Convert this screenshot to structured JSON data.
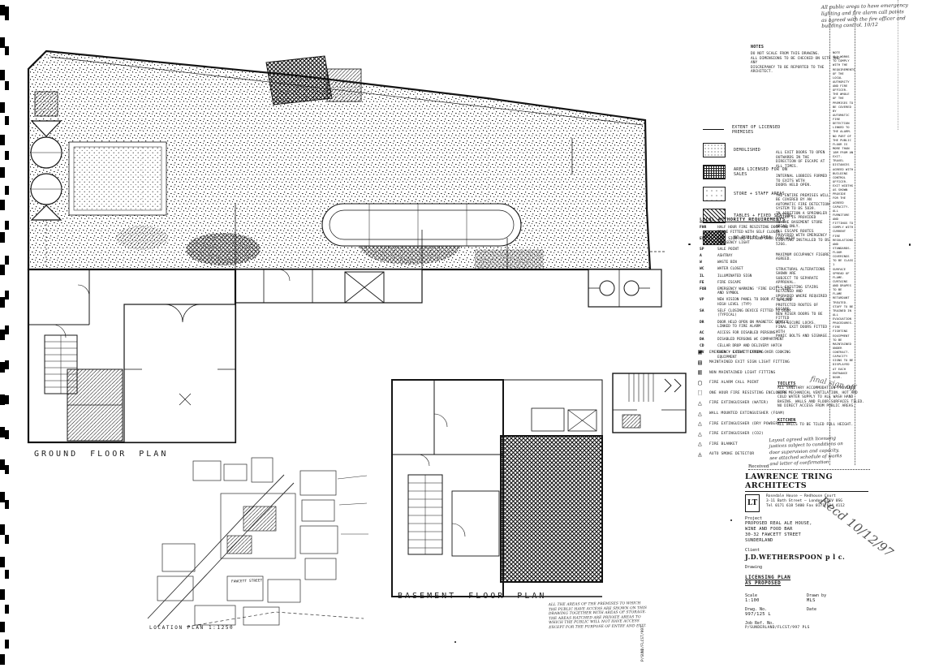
{
  "page": {
    "ground_title": "GROUND FLOOR PLAN",
    "basement_title": "BASEMENT FLOOR PLAN",
    "location_title": "LOCATION PLAN  1:1250",
    "street_label": "FAWCETT STREET",
    "vertical_ref": "P/SUND/FLCST/997"
  },
  "notes_top": {
    "heading": "NOTES",
    "lines": [
      "DO NOT SCALE FROM THIS DRAWING.",
      "ALL DIMENSIONS TO BE CHECKED ON SITE AND ANY",
      "DISCREPANCY TO BE REPORTED TO THE ARCHITECT."
    ]
  },
  "handwriting": {
    "top_right_lines": [
      "All public areas to have emergency",
      "lighting and fire alarm call points",
      "as agreed with the fire officer and",
      "building control.  10/12"
    ],
    "note_lines": [
      "Layout agreed with licensing",
      "justices subject to conditions on",
      "door supervision and capacity,",
      "see attached schedule of works",
      "and letter of confirmation."
    ],
    "scrawl": "Recd 10/12/97",
    "small_scrawl": "final sign off"
  },
  "legend": {
    "items": [
      {
        "pattern": "line",
        "label": "EXTENT OF LICENSED PREMISES"
      },
      {
        "pattern": "stipple",
        "label": "DEMOLISHED"
      },
      {
        "pattern": "check",
        "label": "AREA LICENSED FOR ON SALES"
      },
      {
        "pattern": "sparse",
        "label": "STORE + STAFF AREAS"
      },
      {
        "pattern": "diag",
        "label": "TABLES + FIXED SEATING"
      },
      {
        "pattern": "dark",
        "label": "NO PUBLIC AREA"
      }
    ]
  },
  "requirements": {
    "heading": "LOCAL AUTHORITY REQUIREMENTS",
    "items": [
      {
        "code": "FHR",
        "desc": "HALF HOUR FIRE RESISTING DOOR AND FRAME FITTED WITH SELF CLOSER"
      },
      {
        "code": "EXT",
        "desc": "EXIT SIGN AND FITTING OVER DOOR WITH EMERGENCY LIGHT"
      },
      {
        "code": "SP",
        "desc": "SALE POINT"
      },
      {
        "code": "A",
        "desc": "ASHTRAY"
      },
      {
        "code": "W",
        "desc": "WASTE BIN"
      },
      {
        "code": "WC",
        "desc": "WATER CLOSET"
      },
      {
        "code": "IL",
        "desc": "ILLUMINATED SIGN"
      },
      {
        "code": "FE",
        "desc": "FIRE ESCAPE"
      },
      {
        "code": "FOB",
        "desc": "EMERGENCY WARNING 'FIRE EXIT' SIGN AND SYMBOL"
      },
      {
        "code": "VP",
        "desc": "NEW VISION PANEL TO DOOR AT LOW AND HIGH LEVEL (TYP)"
      },
      {
        "code": "SA",
        "desc": "SELF CLOSING DEVICE FITTED TO DOOR (TYPICAL)"
      },
      {
        "code": "DR",
        "desc": "DOOR HELD OPEN ON MAGNETIC DEVICE LINKED TO FIRE ALARM"
      },
      {
        "code": "AC",
        "desc": "ACCESS FOR DISABLED PERSONS"
      },
      {
        "code": "DA",
        "desc": "DISABLED PERSONS WC COMPARTMENT"
      },
      {
        "code": "CD",
        "desc": "CELLAR DROP AND DELIVERY HATCH"
      },
      {
        "code": "OV",
        "desc": "OVEN + EXTRACT CANOPY OVER COOKING EQUIPMENT"
      }
    ]
  },
  "symbols": {
    "items": [
      {
        "glyph": "▣",
        "label": "EMERGENCY LIGHT FITTING"
      },
      {
        "glyph": "▤",
        "label": "MAINTAINED EXIT SIGN LIGHT FITTING"
      },
      {
        "glyph": "▥",
        "label": "NON MAINTAINED LIGHT FITTING"
      },
      {
        "glyph": "▢",
        "label": "FIRE ALARM CALL POINT"
      },
      {
        "glyph": "⬚",
        "label": "ONE HOUR FIRE RESISTING ENCLOSURE"
      },
      {
        "glyph": "△",
        "label": "FIRE EXTINGUISHER (WATER)"
      },
      {
        "glyph": "△",
        "label": "WALL MOUNTED EXTINGUISHER (FOAM)"
      },
      {
        "glyph": "△",
        "label": "FIRE EXTINGUISHER (DRY POWDER)"
      },
      {
        "glyph": "△",
        "label": "FIRE EXTINGUISHER (CO2)"
      },
      {
        "glyph": "△",
        "label": "FIRE BLANKET"
      },
      {
        "glyph": "◬",
        "label": "AUTO SMOKE DETECTOR"
      }
    ]
  },
  "toilets": {
    "heading": "TOILETS",
    "lines": [
      "ALL SANITARY ACCOMMODATION PROVIDED",
      "WITH MECHANICAL VENTILATION. HOT AND",
      "COLD WATER SUPPLY TO ALL WASH HAND",
      "BASINS. WALLS AND FLOOR SURFACES TILED.",
      "NO DIRECT ACCESS FROM PUBLIC AREAS."
    ]
  },
  "kitchen": {
    "heading": "KITCHEN",
    "lines": [
      "ALL WALLS TO BE TILED FULL HEIGHT."
    ]
  },
  "received": {
    "label": "Received"
  },
  "side_notes": {
    "col1_blocks": [
      {
        "lines": [
          "ALL EXIT DOORS TO OPEN OUTWARDS IN THE",
          "DIRECTION OF ESCAPE AT ALL TIMES."
        ]
      },
      {
        "lines": [
          "INTERNAL LOBBIES FORMED TO EXITS WITH",
          "DOORS HELD OPEN."
        ]
      },
      {
        "lines": [
          "THE ENTIRE PREMISES WILL BE COVERED BY AN",
          "AUTOMATIC FIRE DETECTION SYSTEM TO BS 5839.",
          "IN ADDITION A SPRINKLER SYSTEM IS PROVIDED",
          "TO THE BASEMENT STORE AREAS ONLY.",
          "ALL ESCAPE ROUTES PROVIDED WITH EMERGENCY",
          "LIGHTING INSTALLED TO BS 5266."
        ]
      },
      {
        "lines": [
          "MAXIMUM OCCUPANCY FIGURE AGREED."
        ]
      },
      {
        "lines": [
          "STRUCTURAL ALTERATIONS SHOWN ARE",
          "SUBJECT TO SEPARATE APPROVAL.",
          "ALL EXISTING STAIRS RETAINED AND",
          "UPGRADED WHERE REQUIRED TO GIVE",
          "PROTECTED ROUTES OF ESCAPE.",
          "NEW RISER DOORS TO BE FITTED",
          "WITH SECURE LOCKS.",
          "FINAL EXIT DOORS FITTED WITH",
          "PANIC BOLTS AND SIGNAGE."
        ]
      }
    ],
    "col2_lines": [
      "NOTE",
      "ALL WORKS TO COMPLY WITH THE",
      "REQUIREMENTS OF THE LOCAL",
      "AUTHORITY AND FIRE OFFICER.",
      "THE WHOLE OF THE PREMISES TO",
      "BE COVERED BY AUTOMATIC FIRE",
      "DETECTION LINKED TO THE ALARM.",
      "NO PART OF THE PUBLIC FLOOR IS",
      "MORE THAN 18M FROM AN EXIT.",
      "TRAVEL DISTANCES AGREED WITH",
      "BUILDING CONTROL OFFICER.",
      "EXIT WIDTHS AS SHOWN PROVIDE",
      "FOR THE AGREED CAPACITY.",
      "ALL FURNITURE AND FITTINGS TO",
      "COMPLY WITH CURRENT FIRE",
      "REGULATIONS AND STANDARDS.",
      "FLOOR COVERINGS TO BE CLASS 1",
      "SURFACE SPREAD OF FLAME.",
      "CURTAINS AND DRAPES TO BE",
      "FLAME RETARDANT TREATED.",
      "STAFF TO BE TRAINED IN ALL",
      "EVACUATION PROCEDURES.",
      "FIRE FIGHTING EQUIPMENT TO BE",
      "MAINTAINED UNDER CONTRACT.",
      "CAPACITY SIGNS TO BE DISPLAYED",
      "AT EACH ENTRANCE DOOR."
    ]
  },
  "disclaimer": {
    "lines": [
      "ALL THE AREAS OF THE PREMISES TO WHICH",
      "THE PUBLIC HAVE ACCESS ARE SHOWN ON THIS",
      "DRAWING TOGETHER WITH AREAS OF STORAGE.",
      "THE AREAS HATCHED ARE PRIVATE AREAS TO",
      "WHICH THE PUBLIC WILL NOT HAVE ACCESS",
      "EXCEPT FOR THE PURPOSE OF ENTRY AND EXIT."
    ]
  },
  "titleblock": {
    "firm": "LAWRENCE TRING ARCHITECTS",
    "logo": "LT",
    "address_lines": [
      "Rosedale House — Redhouse Court",
      "3-11 Bath Street — London EC1V 0SG",
      "Tel 0171 618 5400  Fax 0171 614 4112"
    ],
    "project_label": "Project",
    "project_lines": [
      "PROPOSED REAL ALE HOUSE,",
      "WINE AND FOOD BAR",
      "30-32 FAWCETT STREET",
      "SUNDERLAND"
    ],
    "client_label": "Client",
    "client": "J.D.WETHERSPOON  p l c.",
    "drawing_label": "Drawing",
    "drawing_line1": "LICENSING PLAN",
    "drawing_line2": "AS PROPOSED",
    "scale_label": "Scale",
    "scale": "1:100",
    "drawn_label": "Drawn by",
    "drawn": "MLS",
    "date_label": "Date",
    "date": "",
    "drg_label": "Drwg. No.",
    "drg_no": "997/125 L",
    "job_label": "Job Ref. No.",
    "job_no": "P/SUNDERLAND/FLCST/997 PLS"
  }
}
